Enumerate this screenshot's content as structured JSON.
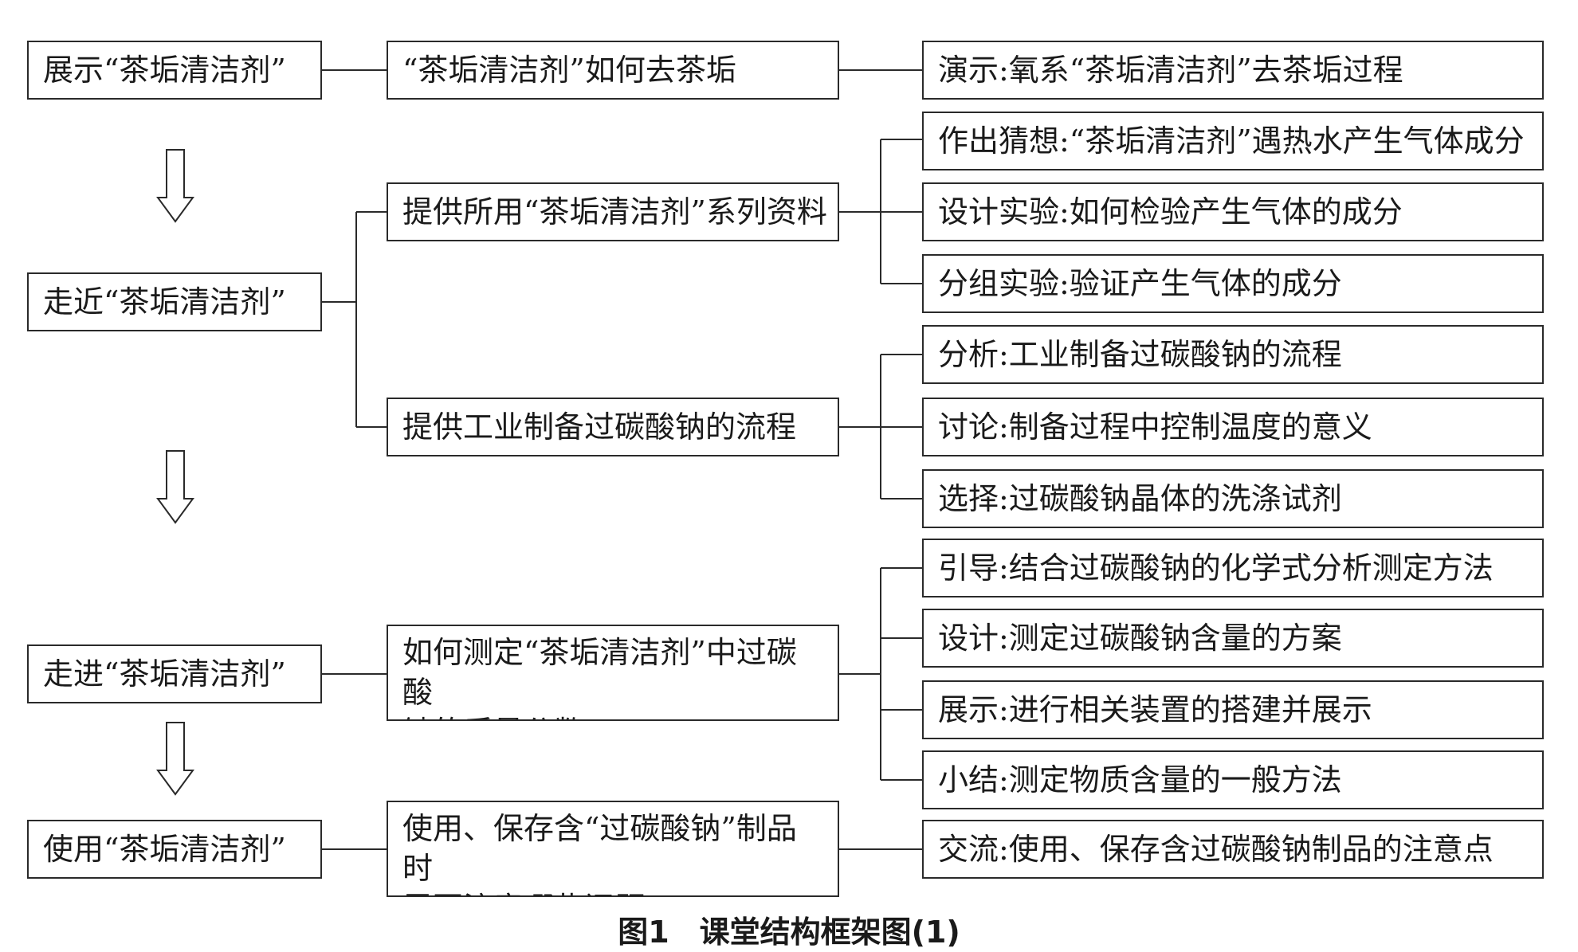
{
  "stages": [
    {
      "text": "展示“茶垢清洁剂”"
    },
    {
      "text": "走近“茶垢清洁剂”"
    },
    {
      "text": "走进“茶垢清洁剂”"
    },
    {
      "text": "使用“茶垢清洁剂”"
    }
  ],
  "questions": [
    {
      "text": "“茶垢清洁剂”如何去茶垢"
    },
    {
      "text": "提供所用“茶垢清洁剂”系列资料"
    },
    {
      "text": "提供工业制备过碳酸钠的流程"
    },
    {
      "line1": "如何测定“茶垢清洁剂”中过碳酸",
      "line2": "钠的质量分数"
    },
    {
      "line1": "使用、保存含“过碳酸钠”制品时",
      "line2": "需要注意哪些问题"
    }
  ],
  "activities": [
    {
      "text": "演示:氧系“茶垢清洁剂”去茶垢过程"
    },
    {
      "text": "作出猜想:“茶垢清洁剂”遇热水产生气体成分"
    },
    {
      "text": "设计实验:如何检验产生气体的成分"
    },
    {
      "text": "分组实验:验证产生气体的成分"
    },
    {
      "text": "分析:工业制备过碳酸钠的流程"
    },
    {
      "text": "讨论:制备过程中控制温度的意义"
    },
    {
      "text": "选择:过碳酸钠晶体的洗涤试剂"
    },
    {
      "text": "引导:结合过碳酸钠的化学式分析测定方法"
    },
    {
      "text": "设计:测定过碳酸钠含量的方案"
    },
    {
      "text": "展示:进行相关装置的搭建并展示"
    },
    {
      "text": "小结:测定物质含量的一般方法"
    },
    {
      "text": "交流:使用、保存含过碳酸钠制品的注意点"
    }
  ],
  "caption": "图1　课堂结构框架图(1)"
}
